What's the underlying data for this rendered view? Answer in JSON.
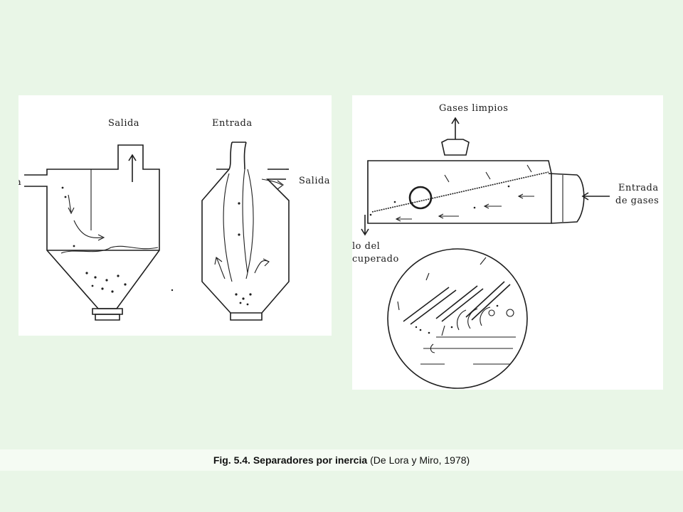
{
  "left_diagram": {
    "label_outlet_1": "Salida",
    "label_inlet": "Entrada",
    "label_outlet_2": "Salida",
    "label_cut_left": "a"
  },
  "right_diagram": {
    "label_clean_gases": "Gases limpios",
    "label_gas_inlet_line1": "Entrada",
    "label_gas_inlet_line2": "de gases",
    "label_recovered_line1": "lo del",
    "label_recovered_line2": "cuperado"
  },
  "caption": {
    "title": "Fig. 5.4. Separadores por inercia",
    "source": "(De Lora y Miro, 1978)"
  },
  "colors": {
    "background": "#e9f6e7",
    "panel": "#ffffff",
    "ink": "#1e1e1e",
    "highlight_circle": "#8b1a1a"
  }
}
